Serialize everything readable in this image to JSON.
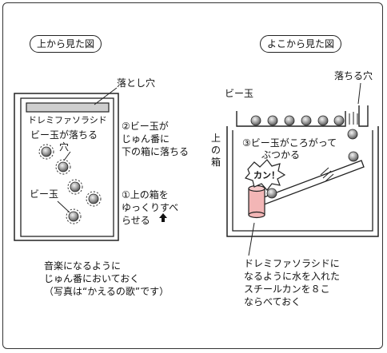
{
  "left_panel": {
    "title": "上から見た図",
    "hole_label": "落とし穴",
    "scale_label": "ドレミファソラシド",
    "marble_falls_label": "ビー玉が落ちる\n穴",
    "marble_label": "ビー玉",
    "step2": "②ビー玉が\nじゅん番に\n下の箱に落ちる",
    "step1": "①上の箱を\nゆっくりすべ\nらせる",
    "note": "音楽になるように\nじゅん番においておく\n（写真は“かえるの歌”です）"
  },
  "right_panel": {
    "title": "よこから見た図",
    "marble_label": "ビー玉",
    "hole_label": "落ちる穴",
    "upper_box_label": "上\nの\n箱",
    "step3": "③ビー玉がころがって\n　　ぶつかる",
    "bang": "カン！",
    "can_note": "ドレミファソラシドに\nなるように水を入れた\nスチールカンを８こ\nならべておく"
  }
}
